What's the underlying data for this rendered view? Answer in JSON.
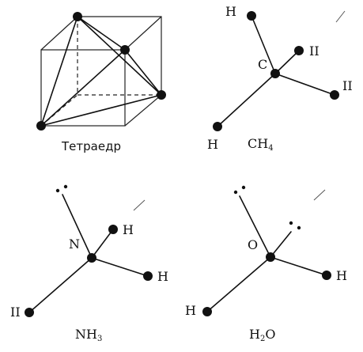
{
  "panels": {
    "tetrahedron": {
      "caption": "Тетраедр"
    },
    "methane": {
      "caption_main": "CH",
      "caption_sub": "4",
      "center": "C",
      "h1": "H",
      "h2": "II",
      "h3": "II",
      "h4": "H"
    },
    "ammonia": {
      "caption_main": "NH",
      "caption_sub": "3",
      "center": "N",
      "h1": "H",
      "h2": "H",
      "h3": "II"
    },
    "water": {
      "caption_main": "H",
      "caption_sub": "2",
      "caption_tail": "O",
      "center": "O",
      "h1": "H",
      "h2": "H"
    }
  }
}
